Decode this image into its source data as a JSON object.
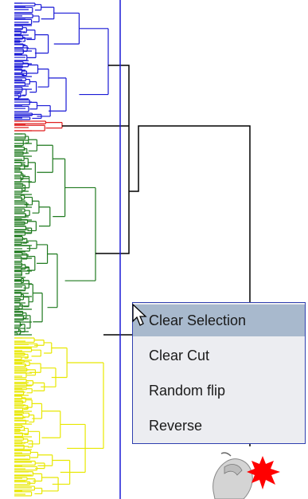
{
  "colors": {
    "cluster_blue": "#1a1ad6",
    "cluster_red": "#e02020",
    "cluster_green": "#1f7a1f",
    "cluster_yellow": "#e8e800",
    "tree_lines": "#000000",
    "cut_line": "#1a1ad6",
    "menu_background": "#ecedf1",
    "menu_border": "#2f3fb0",
    "menu_selected": "#a8b9cd",
    "alert_burst": "#ff0000"
  },
  "icons": {
    "cursor": "arrow-pointer-icon",
    "mouse": "mouse-icon",
    "click_indicator": "starburst-icon"
  },
  "context_menu": {
    "items": [
      {
        "label": "Clear Selection",
        "selected": true
      },
      {
        "label": "Clear Cut",
        "selected": false
      },
      {
        "label": "Random flip",
        "selected": false
      },
      {
        "label": "Reverse",
        "selected": false
      }
    ]
  }
}
